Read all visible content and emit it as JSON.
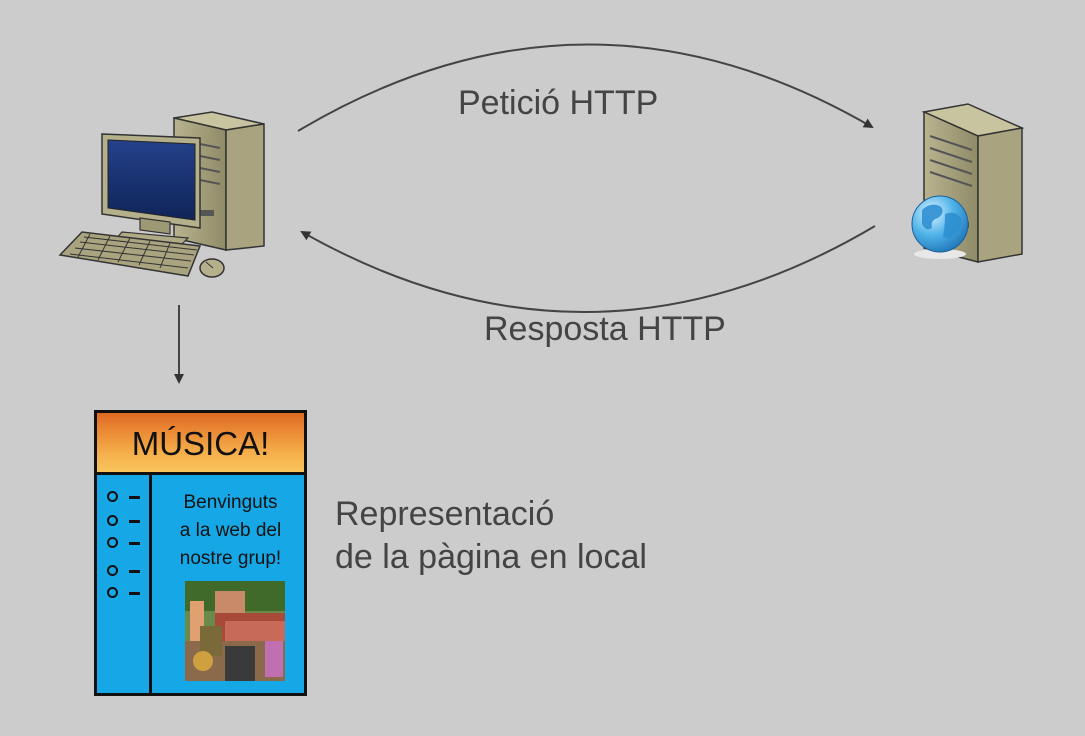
{
  "labels": {
    "request": "Petició HTTP",
    "response": "Resposta HTTP",
    "local_line1": "Representació",
    "local_line2": "de la pàgina en local"
  },
  "nodes": {
    "client": "desktop-computer-icon",
    "server": "web-server-globe-icon"
  },
  "webpage": {
    "title": "MÚSICA!",
    "welcome_line1": "Benvinguts",
    "welcome_line2": "a la web del",
    "welcome_line3": "nostre grup!",
    "nav_item_count": 5,
    "header_color": "#e87a2a",
    "body_color": "#16a8e6"
  },
  "colors": {
    "background": "#cccccc",
    "arrow": "#444444",
    "text": "#444444"
  }
}
